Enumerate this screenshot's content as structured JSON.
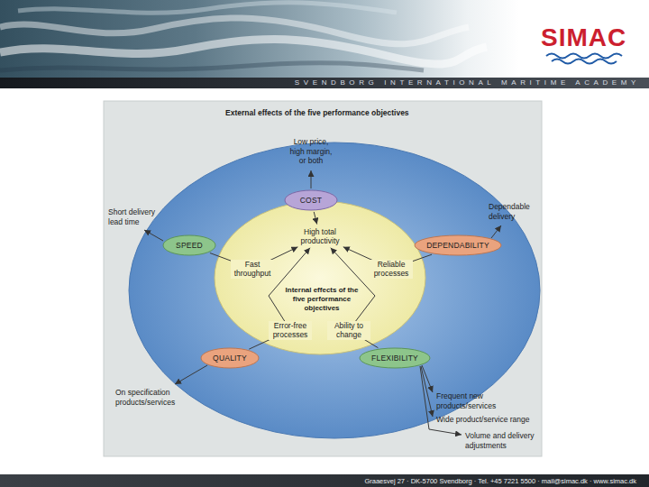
{
  "diagram": {
    "nodes": [
      {
        "text": [
          "External effects of the five performance objectives"
        ]
      },
      {
        "text": [
          "High total productivity",
          "Internal effects of the five performance objectives"
        ],
        "in": 0
      },
      {
        "text": [
          "COST"
        ],
        "in": 0
      },
      {
        "text": [
          "SPEED"
        ],
        "in": 0
      },
      {
        "text": [
          "DEPENDABILITY"
        ],
        "in": 0
      },
      {
        "text": [
          "QUALITY"
        ],
        "in": 0
      },
      {
        "text": [
          "FLEXIBILITY"
        ],
        "in": 0
      }
    ],
    "edges": [
      {
        "from": 2,
        "to": 1,
        "arrow": "to"
      },
      {
        "from": 3,
        "to": 1,
        "label": "Fast throughput",
        "arrow": "to"
      },
      {
        "from": 4,
        "to": 1,
        "label": "Reliable processes",
        "arrow": "to"
      },
      {
        "from": 5,
        "to": 1,
        "label": "Error-free processes",
        "arrow": "to"
      },
      {
        "from": 6,
        "to": 1,
        "label": "Ability to change",
        "arrow": "to"
      }
    ],
    "labels": [
      "SIMAC",
      "SVENDBORG INTERNATIONAL MARITIME ACADEMY",
      "Low price, high margin, or both",
      "Short delivery lead time",
      "Dependable delivery",
      "On specification products/services",
      "Frequent new products/services",
      "Wide product/service range",
      "Volume and delivery adjustments",
      "Graaesvej 27 · DK-5700 Svendborg · Tel. +45 7221 5500 · mail@simac.dk · www.simac.dk"
    ]
  }
}
